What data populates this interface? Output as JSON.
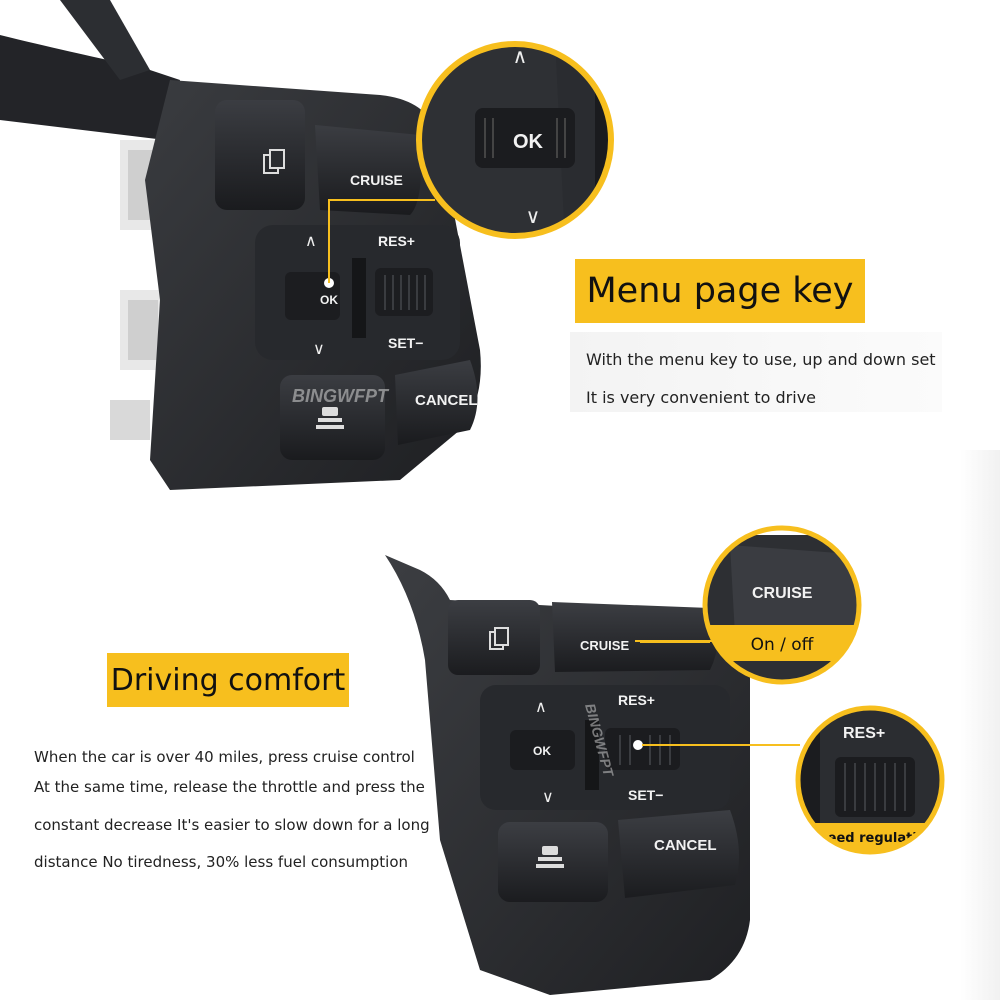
{
  "top": {
    "controller": {
      "cruise": "CRUISE",
      "res": "RES+",
      "set": "SET−",
      "ok": "OK",
      "cancel": "CANCEL",
      "watermark": "BINGWFPT"
    },
    "zoom": {
      "ok": "OK"
    },
    "heading": "Menu page key",
    "lines": [
      "With the menu key to use, up and down set",
      "It is very convenient to drive"
    ]
  },
  "bottom": {
    "controller": {
      "cruise": "CRUISE",
      "res": "RES+",
      "set": "SET−",
      "ok": "OK",
      "cancel": "CANCEL",
      "watermark": "BINGWFPT"
    },
    "heading": "Driving comfort",
    "lines": [
      "When the car is over 40 miles, press cruise control",
      "At the same time, release the throttle and press the",
      "constant decrease It's easier to slow down for a long",
      "distance No tiredness, 30% less fuel consumption"
    ],
    "callout_cruise": {
      "label": "CRUISE",
      "caption": "On / off"
    },
    "callout_res": {
      "label": "RES+",
      "caption": "Speed regulation"
    }
  },
  "colors": {
    "accent": "#f7bf1e",
    "panel": "#2b2d31",
    "button": "#1f2124"
  }
}
